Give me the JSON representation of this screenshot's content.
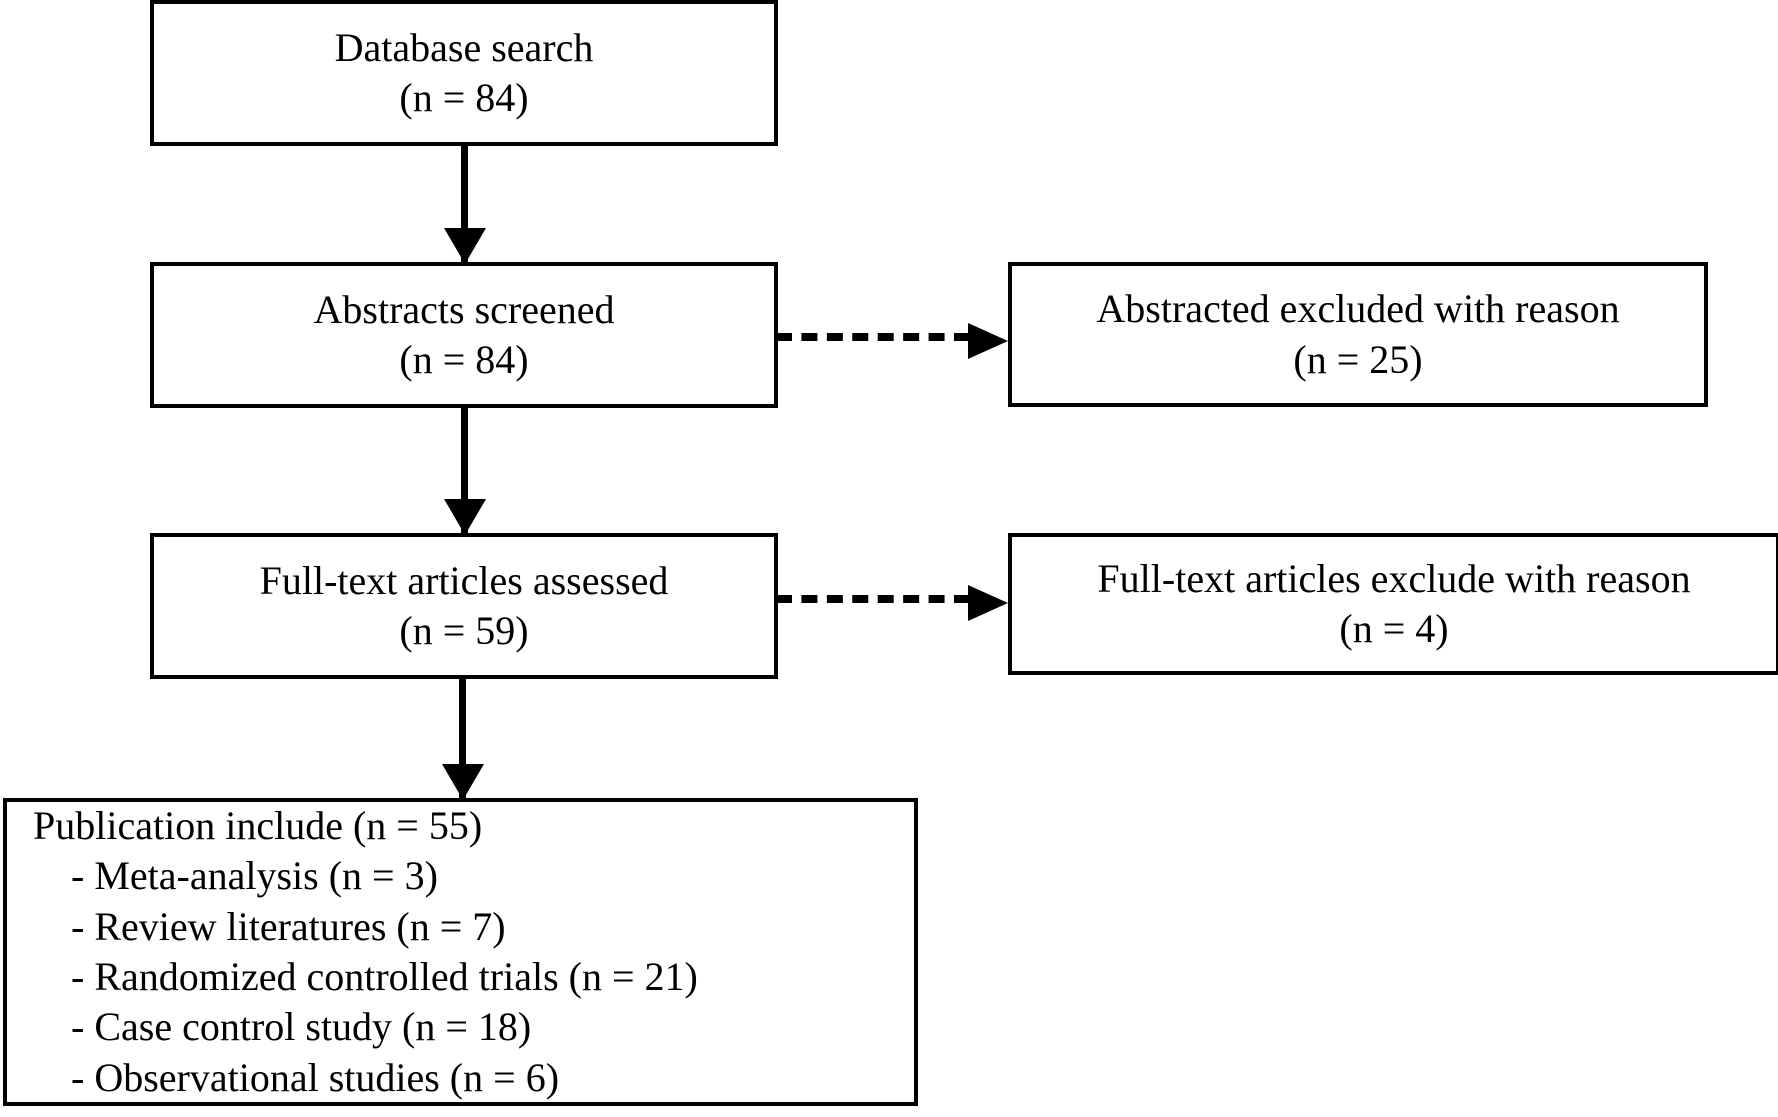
{
  "diagram": {
    "type": "prisma-flow-diagram",
    "nodes": {
      "database_search": {
        "line1": "Database search",
        "line2": "(n = 84)",
        "n": 84
      },
      "abstracts_screened": {
        "line1": "Abstracts screened",
        "line2": "(n = 84)",
        "n": 84
      },
      "abstracts_excluded": {
        "line1": "Abstracted excluded with reason",
        "line2": "(n = 25)",
        "n": 25
      },
      "fulltext_assessed": {
        "line1": "Full-text articles assessed",
        "line2": "(n = 59)",
        "n": 59
      },
      "fulltext_excluded": {
        "line1": "Full-text articles exclude with reason",
        "line2": "(n = 4)",
        "n": 4
      },
      "publication_include": {
        "header": "Publication include (n = 55)",
        "n": 55,
        "items": [
          {
            "label": "- Meta-analysis (n = 3)",
            "name": "Meta-analysis",
            "n": 3
          },
          {
            "label": "- Review literatures (n = 7)",
            "name": "Review literatures",
            "n": 7
          },
          {
            "label": "- Randomized controlled trials (n = 21)",
            "name": "Randomized controlled trials",
            "n": 21
          },
          {
            "label": "- Case control study (n = 18)",
            "name": "Case control study",
            "n": 18
          },
          {
            "label": "- Observational studies (n = 6)",
            "name": "Observational studies",
            "n": 6
          }
        ]
      }
    },
    "connectors": [
      {
        "id": "database-to-screened",
        "style": "solid",
        "direction": "down"
      },
      {
        "id": "screened-to-excluded-abstracts",
        "style": "dashed",
        "direction": "right"
      },
      {
        "id": "screened-to-fulltext",
        "style": "solid",
        "direction": "down"
      },
      {
        "id": "fulltext-to-excluded-fulltext",
        "style": "dashed",
        "direction": "right"
      },
      {
        "id": "fulltext-to-include",
        "style": "solid",
        "direction": "down"
      }
    ],
    "colors": {
      "stroke": "#000000",
      "fill": "#ffffff",
      "text": "#000000"
    }
  }
}
